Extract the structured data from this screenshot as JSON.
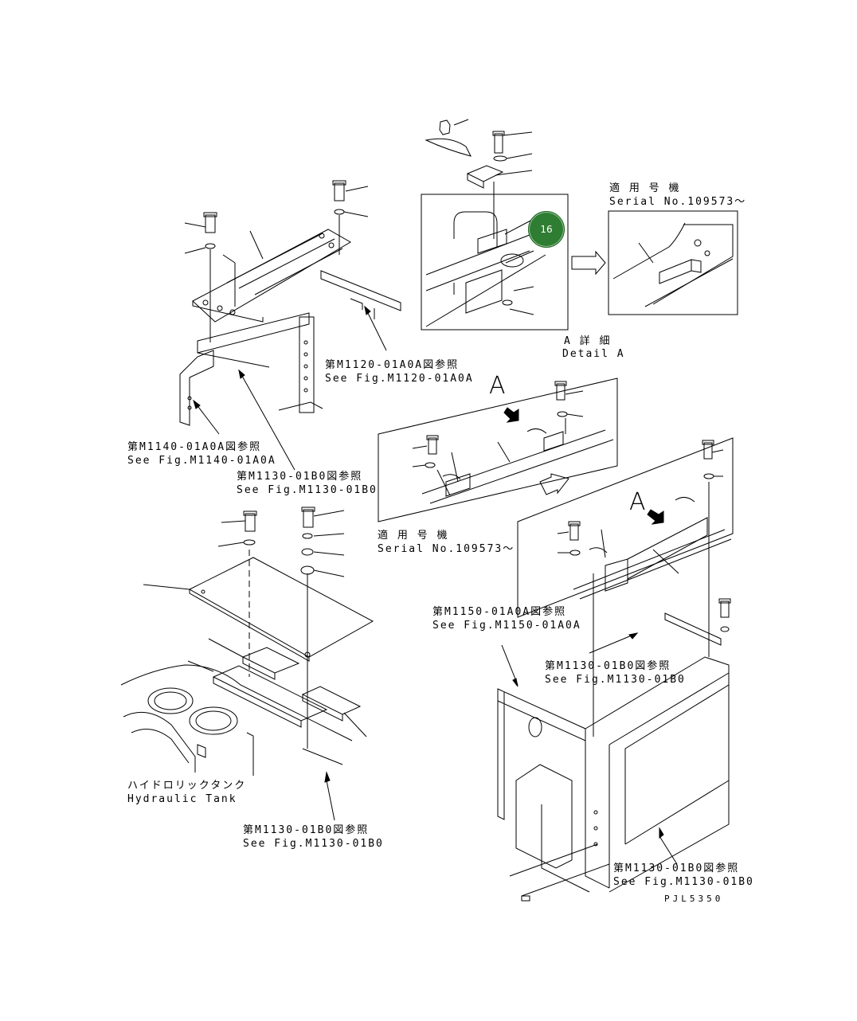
{
  "labels": {
    "serial_top_jp": "適 用 号 機",
    "serial_top_en": "Serial No.109573～",
    "detail_jp": "A 詳 細",
    "detail_en": "Detail A",
    "ref_m1120_jp": "第M1120-01A0A図参照",
    "ref_m1120_en": "See Fig.M1120-01A0A",
    "ref_m1140_jp": "第M1140-01A0A図参照",
    "ref_m1140_en": "See Fig.M1140-01A0A",
    "ref_m1130_a_jp": "第M1130-01B0図参照",
    "ref_m1130_a_en": "See Fig.M1130-01B0",
    "serial_mid_jp": "適 用 号 機",
    "serial_mid_en": "Serial No.109573～",
    "ref_m1150_jp": "第M1150-01A0A図参照",
    "ref_m1150_en": "See Fig.M1150-01A0A",
    "ref_m1130_b_jp": "第M1130-01B0図参照",
    "ref_m1130_b_en": "See Fig.M1130-01B0",
    "hyd_tank_jp": "ハイドロリックタンク",
    "hyd_tank_en": "Hydraulic Tank",
    "ref_m1130_c_jp": "第M1130-01B0図参照",
    "ref_m1130_c_en": "See Fig.M1130-01B0",
    "ref_m1130_d_jp": "第M1130-01B0図参照",
    "ref_m1130_d_en": "See Fig.M1130-01B0",
    "view_a_upper": "A",
    "view_a_lower": "A",
    "drawing_code": "PJL5350"
  },
  "callout": {
    "number": "16",
    "color": "#2e7d32"
  }
}
